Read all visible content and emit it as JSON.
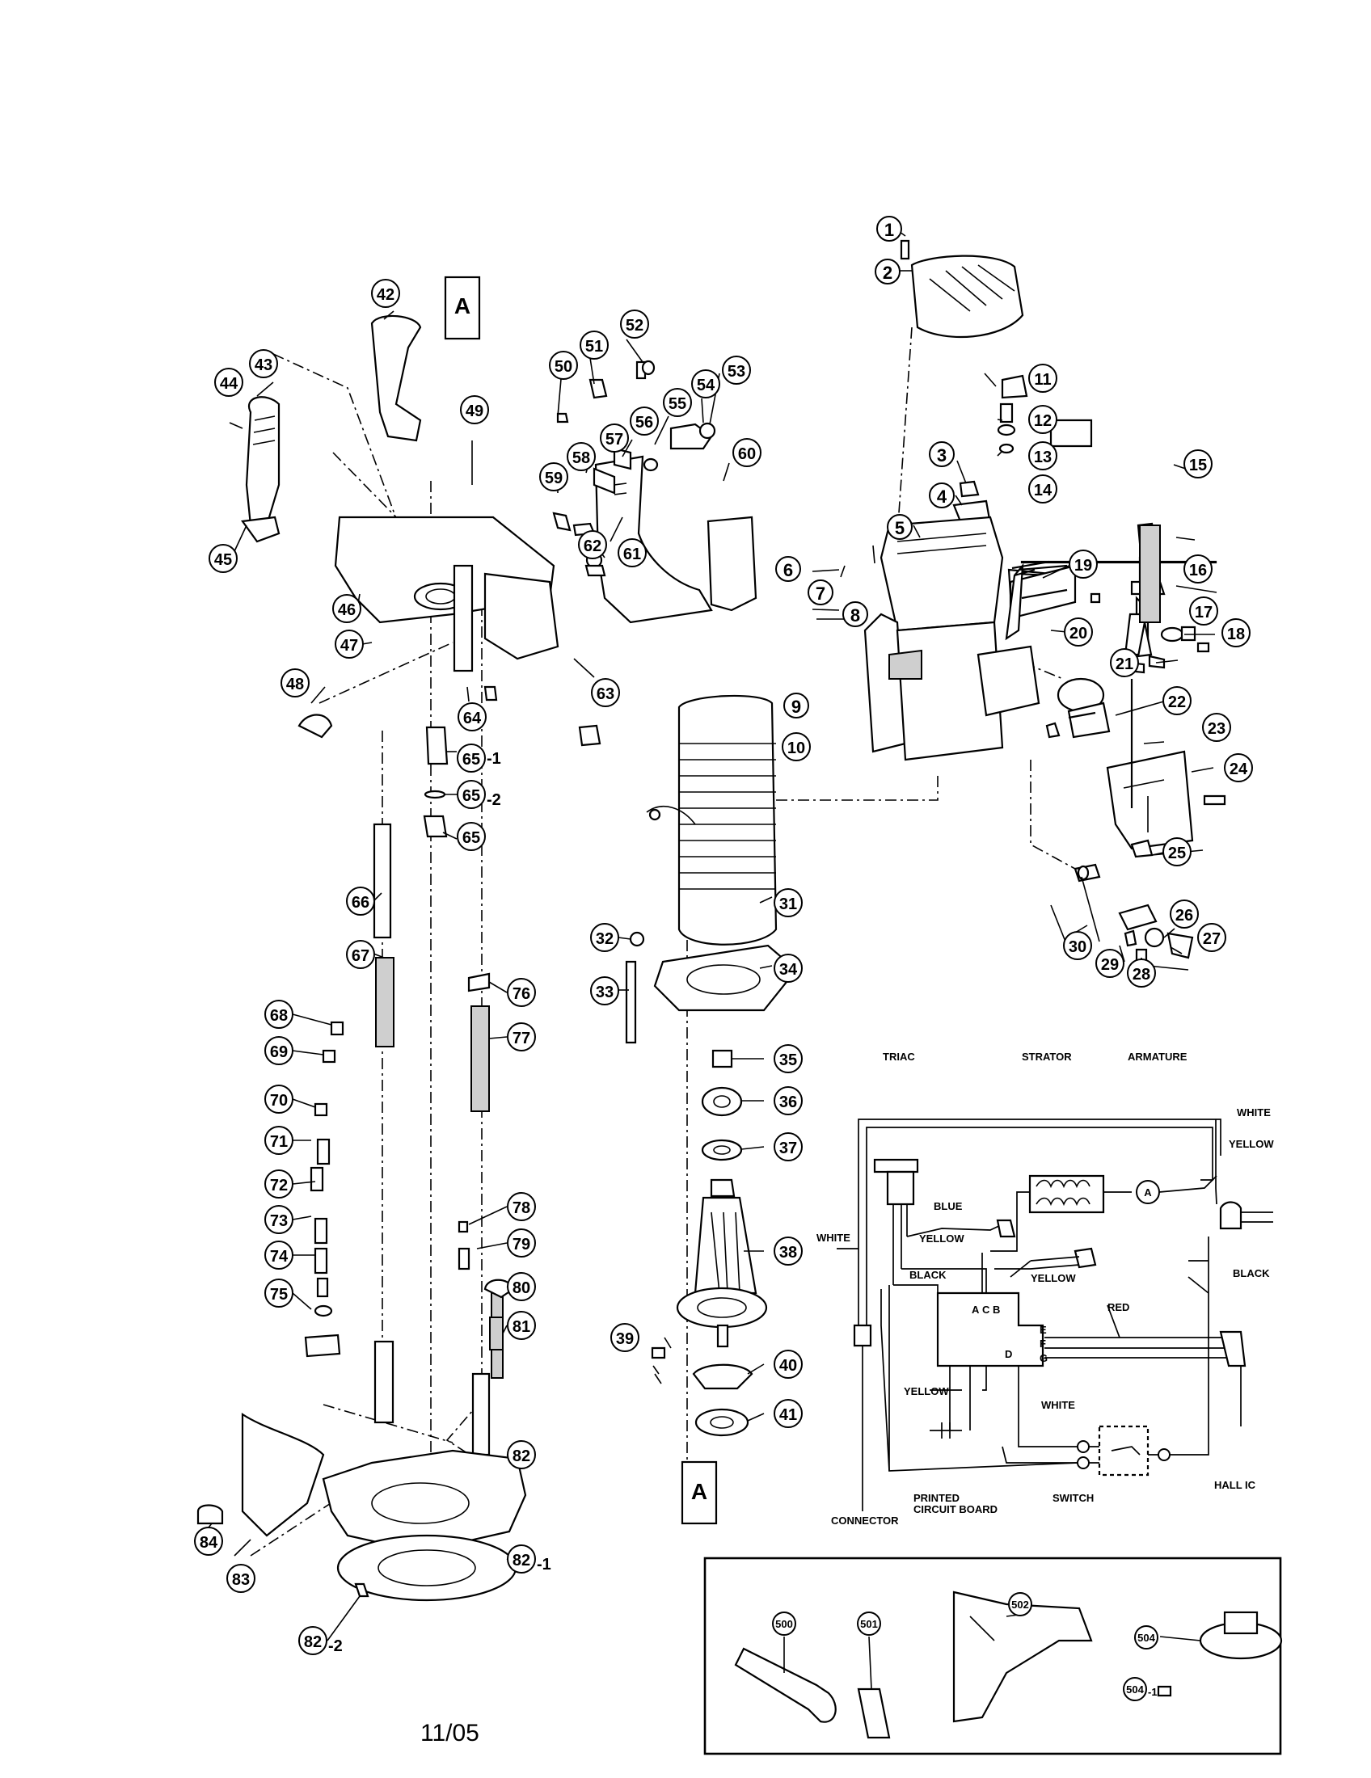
{
  "footer": {
    "date": "11/05"
  },
  "section_markers": [
    "A",
    "A"
  ],
  "callouts": {
    "c1": "1",
    "c2": "2",
    "c3": "3",
    "c4": "4",
    "c5": "5",
    "c6": "6",
    "c7": "7",
    "c8": "8",
    "c9": "9",
    "c10": "10",
    "c11": "11",
    "c12": "12",
    "c13": "13",
    "c14": "14",
    "c15": "15",
    "c16": "16",
    "c17": "17",
    "c18": "18",
    "c19": "19",
    "c20": "20",
    "c21": "21",
    "c22": "22",
    "c23": "23",
    "c24": "24",
    "c25": "25",
    "c26": "26",
    "c27": "27",
    "c28": "28",
    "c29": "29",
    "c30": "30",
    "c31": "31",
    "c32": "32",
    "c33": "33",
    "c34": "34",
    "c35": "35",
    "c36": "36",
    "c37": "37",
    "c38": "38",
    "c39": "39",
    "c40": "40",
    "c41": "41",
    "c42": "42",
    "c43": "43",
    "c44": "44",
    "c45": "45",
    "c46": "46",
    "c47": "47",
    "c48": "48",
    "c49": "49",
    "c50": "50",
    "c51": "51",
    "c52": "52",
    "c53": "53",
    "c54": "54",
    "c55": "55",
    "c56": "56",
    "c57": "57",
    "c58": "58",
    "c59": "59",
    "c60": "60",
    "c61": "61",
    "c62": "62",
    "c63": "63",
    "c64": "64",
    "c65_1": "65",
    "c65_2": "65",
    "c65": "65",
    "c66": "66",
    "c67": "67",
    "c68": "68",
    "c69": "69",
    "c70": "70",
    "c71": "71",
    "c72": "72",
    "c73": "73",
    "c74": "74",
    "c75": "75",
    "c76": "76",
    "c77": "77",
    "c78": "78",
    "c79": "79",
    "c80": "80",
    "c81": "81",
    "c82": "82",
    "c82_1": "82",
    "c82_2": "82",
    "c83": "83",
    "c84": "84",
    "c500": "500",
    "c501": "501",
    "c502": "502",
    "c504": "504",
    "c504_1": "504"
  },
  "suffixes": {
    "s65_1": "-1",
    "s65_2": "-2",
    "s82_1": "-1",
    "s82_2": "-2",
    "s504_1": "-1"
  },
  "wiring": {
    "headers": {
      "triac": "TRIAC",
      "strator": "STRATOR",
      "armature": "ARMATURE"
    },
    "wires": {
      "white_top": "WHITE",
      "yellow_top": "YELLOW",
      "blue": "BLUE",
      "white_left": "WHITE",
      "yellow_mid": "YELLOW",
      "black_left": "BLACK",
      "yellow_right": "YELLOW",
      "black_right": "BLACK",
      "red": "RED",
      "yellow_bottom": "YELLOW",
      "white_bottom": "WHITE"
    },
    "terminals": {
      "a": "A",
      "c": "C",
      "b": "B",
      "d": "D",
      "e": "E",
      "f": "F",
      "g": "G"
    },
    "armature_symbol": "A",
    "components": {
      "connector": "CONNECTOR",
      "pcb": "PRINTED\nCIRCUIT BOARD",
      "pcb_line1": "PRINTED",
      "pcb_line2": "CIRCUIT BOARD",
      "switch": "SWITCH",
      "hall_ic": "HALL  IC"
    }
  }
}
